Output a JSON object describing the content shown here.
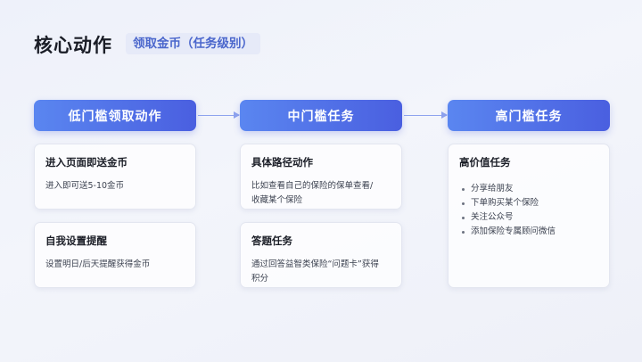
{
  "header": {
    "title": "核心动作",
    "subtitle": "领取金币（任务级别）"
  },
  "columns": [
    {
      "label": "低门槛领取动作",
      "cards": [
        {
          "title": "进入页面即送金币",
          "desc": "进入即可送5-10金币"
        },
        {
          "title": "自我设置提醒",
          "desc": "设置明日/后天提醒获得金币"
        }
      ]
    },
    {
      "label": "中门槛任务",
      "cards": [
        {
          "title": "具体路径动作",
          "desc": "比如查看自己的保险的保单查看/收藏某个保险"
        },
        {
          "title": "答题任务",
          "desc": "通过回答益智类保险“问题卡”获得积分"
        }
      ]
    },
    {
      "label": "高门槛任务",
      "cards": [
        {
          "title": "高价值任务",
          "bullets": [
            "分享给朋友",
            "下单购买某个保险",
            "关注公众号",
            "添加保险专属顾问微信"
          ]
        }
      ]
    }
  ],
  "colors": {
    "accent": "#4a5fe0",
    "accent_light": "#5a86f0",
    "arrow": "#8ea3ee"
  }
}
